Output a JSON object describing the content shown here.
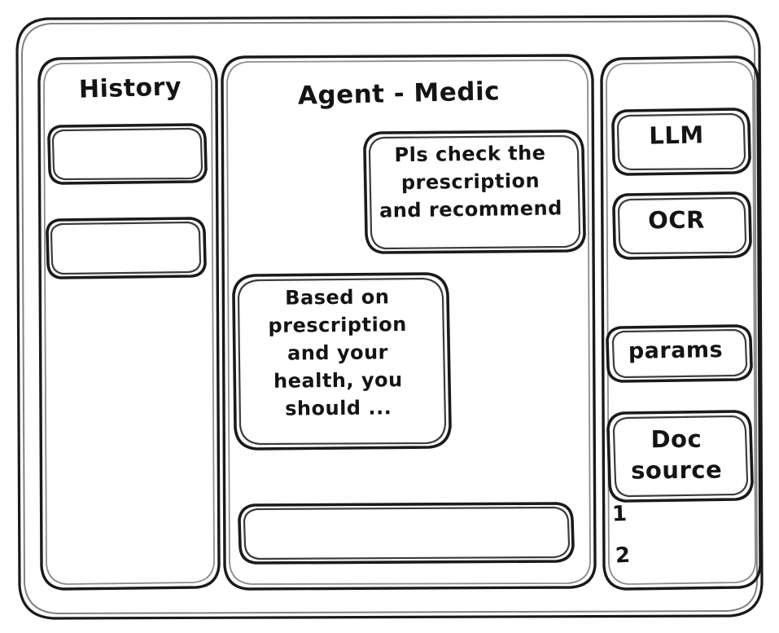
{
  "window": {
    "frame_name": "app-window",
    "style": "hand-drawn-wireframe",
    "stroke_color": "#1a1a1a",
    "background_color": "#ffffff"
  },
  "sidebar": {
    "title": "History",
    "items": [
      {
        "label": "",
        "name": "history-item-1"
      },
      {
        "label": "",
        "name": "history-item-2"
      }
    ]
  },
  "main": {
    "title": "Agent - Medic",
    "messages": [
      {
        "role": "user",
        "text": "Pls check the\nprescription\nand recommend",
        "align": "right"
      },
      {
        "role": "agent",
        "text": "Based on\nprescription\nand your\nhealth, you\nshould ...",
        "align": "left"
      }
    ],
    "composer": {
      "value": "",
      "placeholder": ""
    }
  },
  "tools": {
    "buttons": [
      {
        "label": "LLM",
        "name": "tool-button-llm"
      },
      {
        "label": "OCR",
        "name": "tool-button-ocr"
      },
      {
        "label": "params",
        "name": "tool-button-params"
      },
      {
        "label": "Doc\nsource",
        "name": "tool-button-doc-source"
      }
    ],
    "doc_list": [
      {
        "label": "1"
      },
      {
        "label": "2"
      }
    ]
  }
}
